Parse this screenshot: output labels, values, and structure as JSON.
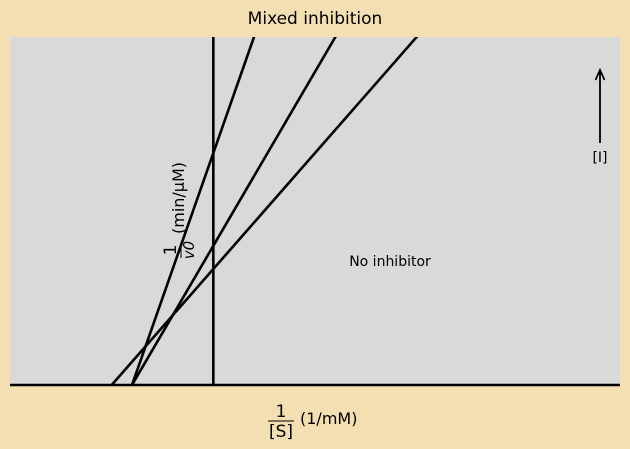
{
  "chart_data": {
    "type": "line",
    "title": "Mixed inhibition",
    "xlabel": {
      "numerator": "1",
      "denominator": "[S]",
      "unit": "(1/mM)"
    },
    "ylabel": {
      "numerator": "1",
      "denominator": "v0",
      "unit": "(min/μM)"
    },
    "xlim": [
      -1.0,
      2.0
    ],
    "ylim": [
      0,
      3.0
    ],
    "grid": false,
    "series": [
      {
        "x": [
          -0.5,
          2.0
        ],
        "y": [
          0,
          5.0
        ]
      },
      {
        "x": [
          -0.4,
          2.0
        ],
        "y": [
          0,
          7.2
        ]
      },
      {
        "x": [
          -0.4,
          2.0
        ],
        "y": [
          0,
          12.0
        ]
      }
    ],
    "annotations": {
      "no_inhibitor": "No inhibitor",
      "inhibitor": "[I]"
    },
    "colors": {
      "background": "#f3dfb2",
      "plot_area": "#d9d9d9",
      "lines": "#000000"
    }
  }
}
